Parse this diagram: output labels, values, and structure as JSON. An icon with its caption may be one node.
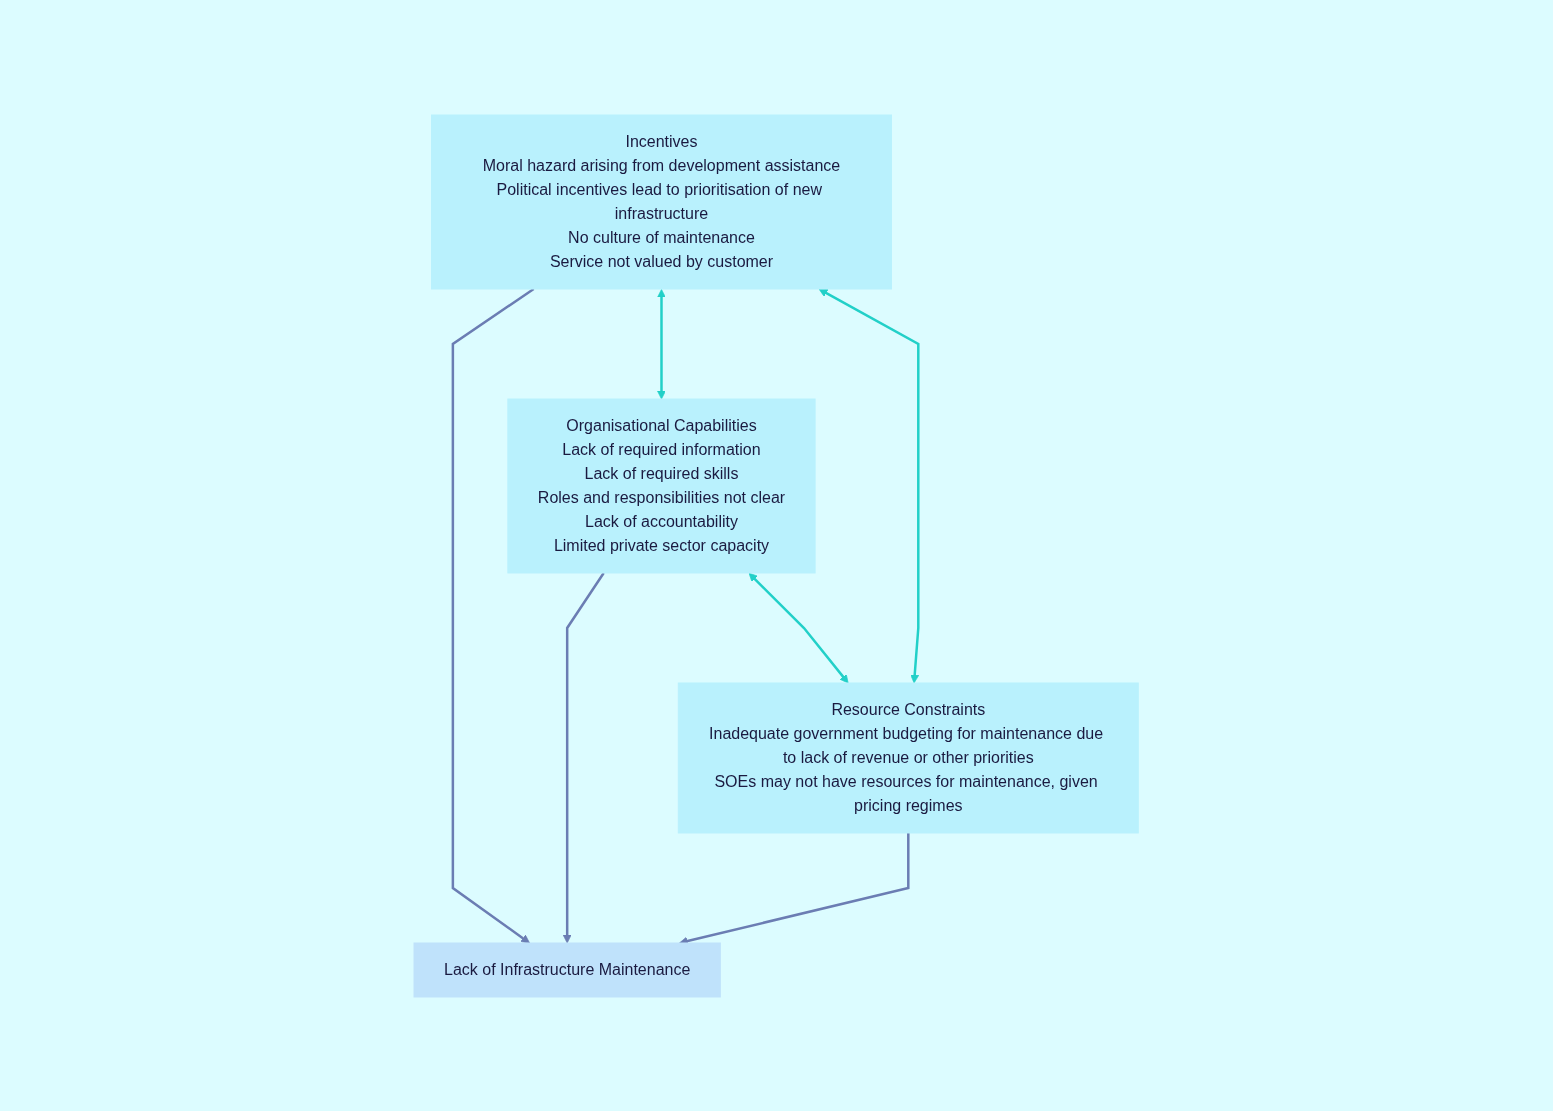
{
  "diagram": {
    "nodes": [
      {
        "text": [
          "Incentives",
          "Moral hazard arising from development assistance",
          "Political incentives lead to prioritisation of new infrastructure",
          "No culture of maintenance",
          "Service not valued by customer"
        ]
      },
      {
        "text": [
          "Lack of Infrastructure Maintenance"
        ]
      },
      {
        "text": [
          "Organisational Capabilities",
          "Lack of required information",
          "Lack of required skills",
          "Roles and responsibilities not clear",
          "Lack of accountability",
          "Limited private sector capacity"
        ]
      },
      {
        "text": [
          "Resource Constraints",
          "Inadequate government budgeting for maintenance due to lack of revenue or other priorities",
          "SOEs may not have resources for maintenance, given pricing regimes"
        ]
      }
    ],
    "edges": [
      {
        "from": 0,
        "to": 1,
        "arrow": "to",
        "color": "#6b7db3"
      },
      {
        "from": 2,
        "to": 1,
        "arrow": "to",
        "color": "#6b7db3"
      },
      {
        "from": 3,
        "to": 1,
        "arrow": "to",
        "color": "#6b7db3"
      },
      {
        "from": 0,
        "to": 2,
        "arrow": "both",
        "color": "#22d0c8"
      },
      {
        "from": 0,
        "to": 3,
        "arrow": "both",
        "color": "#22d0c8"
      },
      {
        "from": 2,
        "to": 3,
        "arrow": "both",
        "color": "#22d0c8"
      }
    ]
  }
}
